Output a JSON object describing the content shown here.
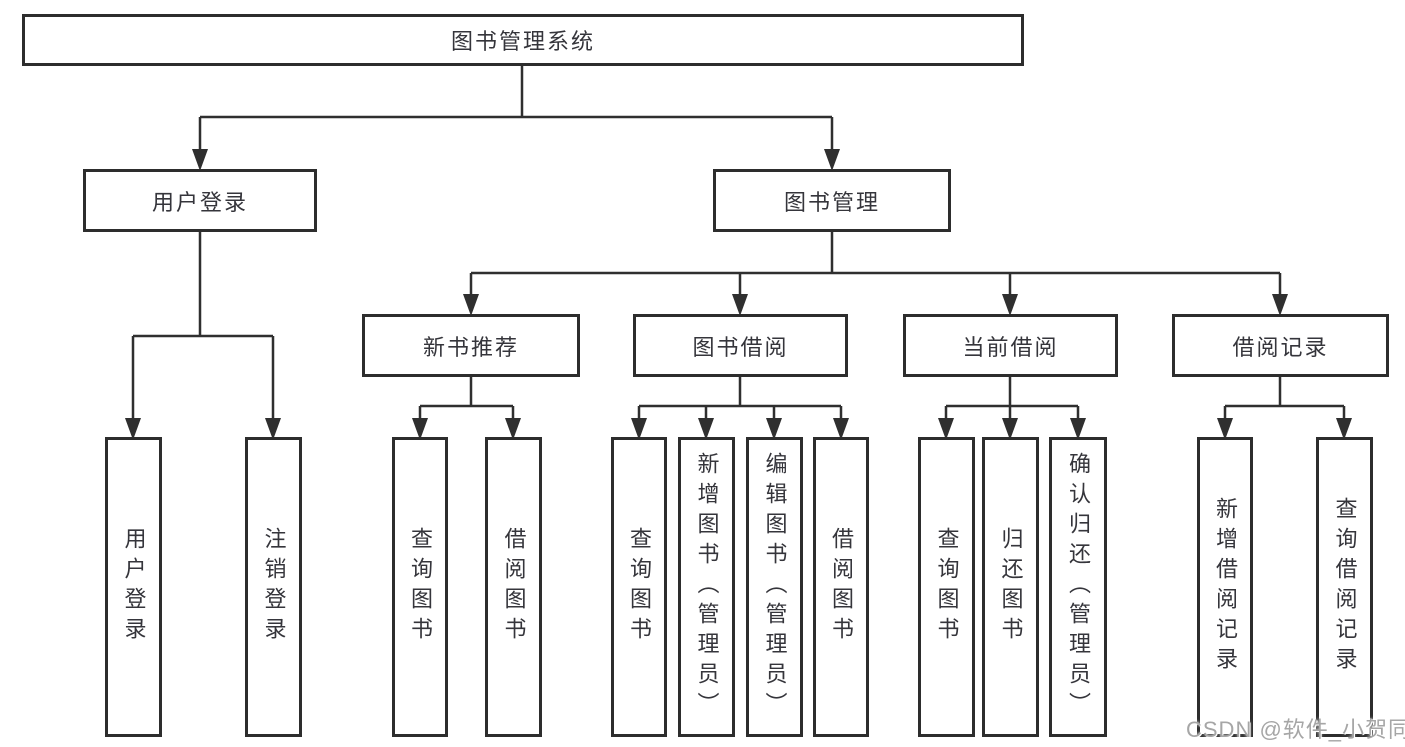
{
  "title": "图书管理系统",
  "watermark": "CSDN @软件_小贺同学",
  "colors": {
    "line": "#2f2f2f",
    "border": "#2d2d2d",
    "text": "#35353b",
    "watermark": "#a6a6a6",
    "background": "#ffffff"
  },
  "nodes": {
    "root": "图书管理系统",
    "user_login": "用户登录",
    "book_mgmt": "图书管理",
    "login_action": "用户登录",
    "logout_action": "注销登录",
    "new_books": "新书推荐",
    "book_borrow": "图书借阅",
    "current_borrow": "当前借阅",
    "borrow_records": "借阅记录",
    "nb_query": "查询图书",
    "nb_borrow": "借阅图书",
    "bb_query": "查询图书",
    "bb_add": "新增图书（管理员）",
    "bb_edit": "编辑图书（管理员）",
    "bb_borrow": "借阅图书",
    "cb_query": "查询图书",
    "cb_return": "归还图书",
    "cb_confirm": "确认归还（管理员）",
    "br_add": "新增借阅记录",
    "br_query": "查询借阅记录"
  }
}
